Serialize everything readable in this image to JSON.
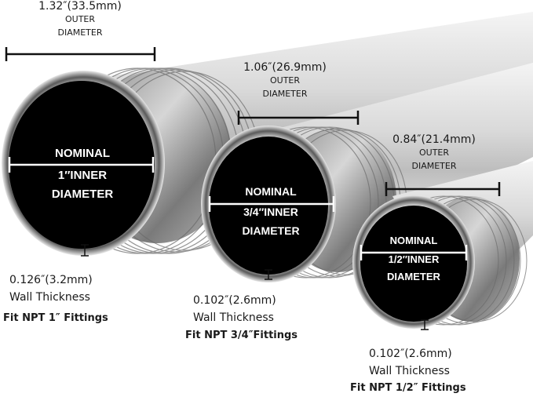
{
  "pipes": [
    {
      "id": "1in",
      "outer_diameter": "1.32″(33.5mm)",
      "outer_caption_1": "OUTER",
      "outer_caption_2": "DIAMETER",
      "inner_line_1": "NOMINAL",
      "inner_line_2": "1″INNER",
      "inner_line_3": "DIAMETER",
      "wall": "0.126″(3.2mm)",
      "wall_caption": "Wall Thickness",
      "fitting": "Fit NPT 1″ Fittings"
    },
    {
      "id": "3-4in",
      "outer_diameter": "1.06″(26.9mm)",
      "outer_caption_1": "OUTER",
      "outer_caption_2": "DIAMETER",
      "inner_line_1": "NOMINAL",
      "inner_line_2": "3/4″INNER",
      "inner_line_3": "DIAMETER",
      "wall": "0.102″(2.6mm)",
      "wall_caption": "Wall Thickness",
      "fitting": "Fit NPT 3/4″Fittings"
    },
    {
      "id": "1-2in",
      "outer_diameter": "0.84″(21.4mm)",
      "outer_caption_1": "OUTER",
      "outer_caption_2": "DIAMETER",
      "inner_line_1": "NOMINAL",
      "inner_line_2": "1/2″INNER",
      "inner_line_3": "DIAMETER",
      "wall": "0.102″(2.6mm)",
      "wall_caption": "Wall Thickness",
      "fitting": "Fit NPT 1/2″ Fittings"
    }
  ],
  "colors": {
    "background": "#ffffff",
    "steel_light": "#e6e6e6",
    "steel_mid": "#b5b5b5",
    "steel_dark": "#6f6f6f",
    "bore": "#000000",
    "label_text": "#1a1a1a",
    "inner_text": "#ffffff"
  }
}
